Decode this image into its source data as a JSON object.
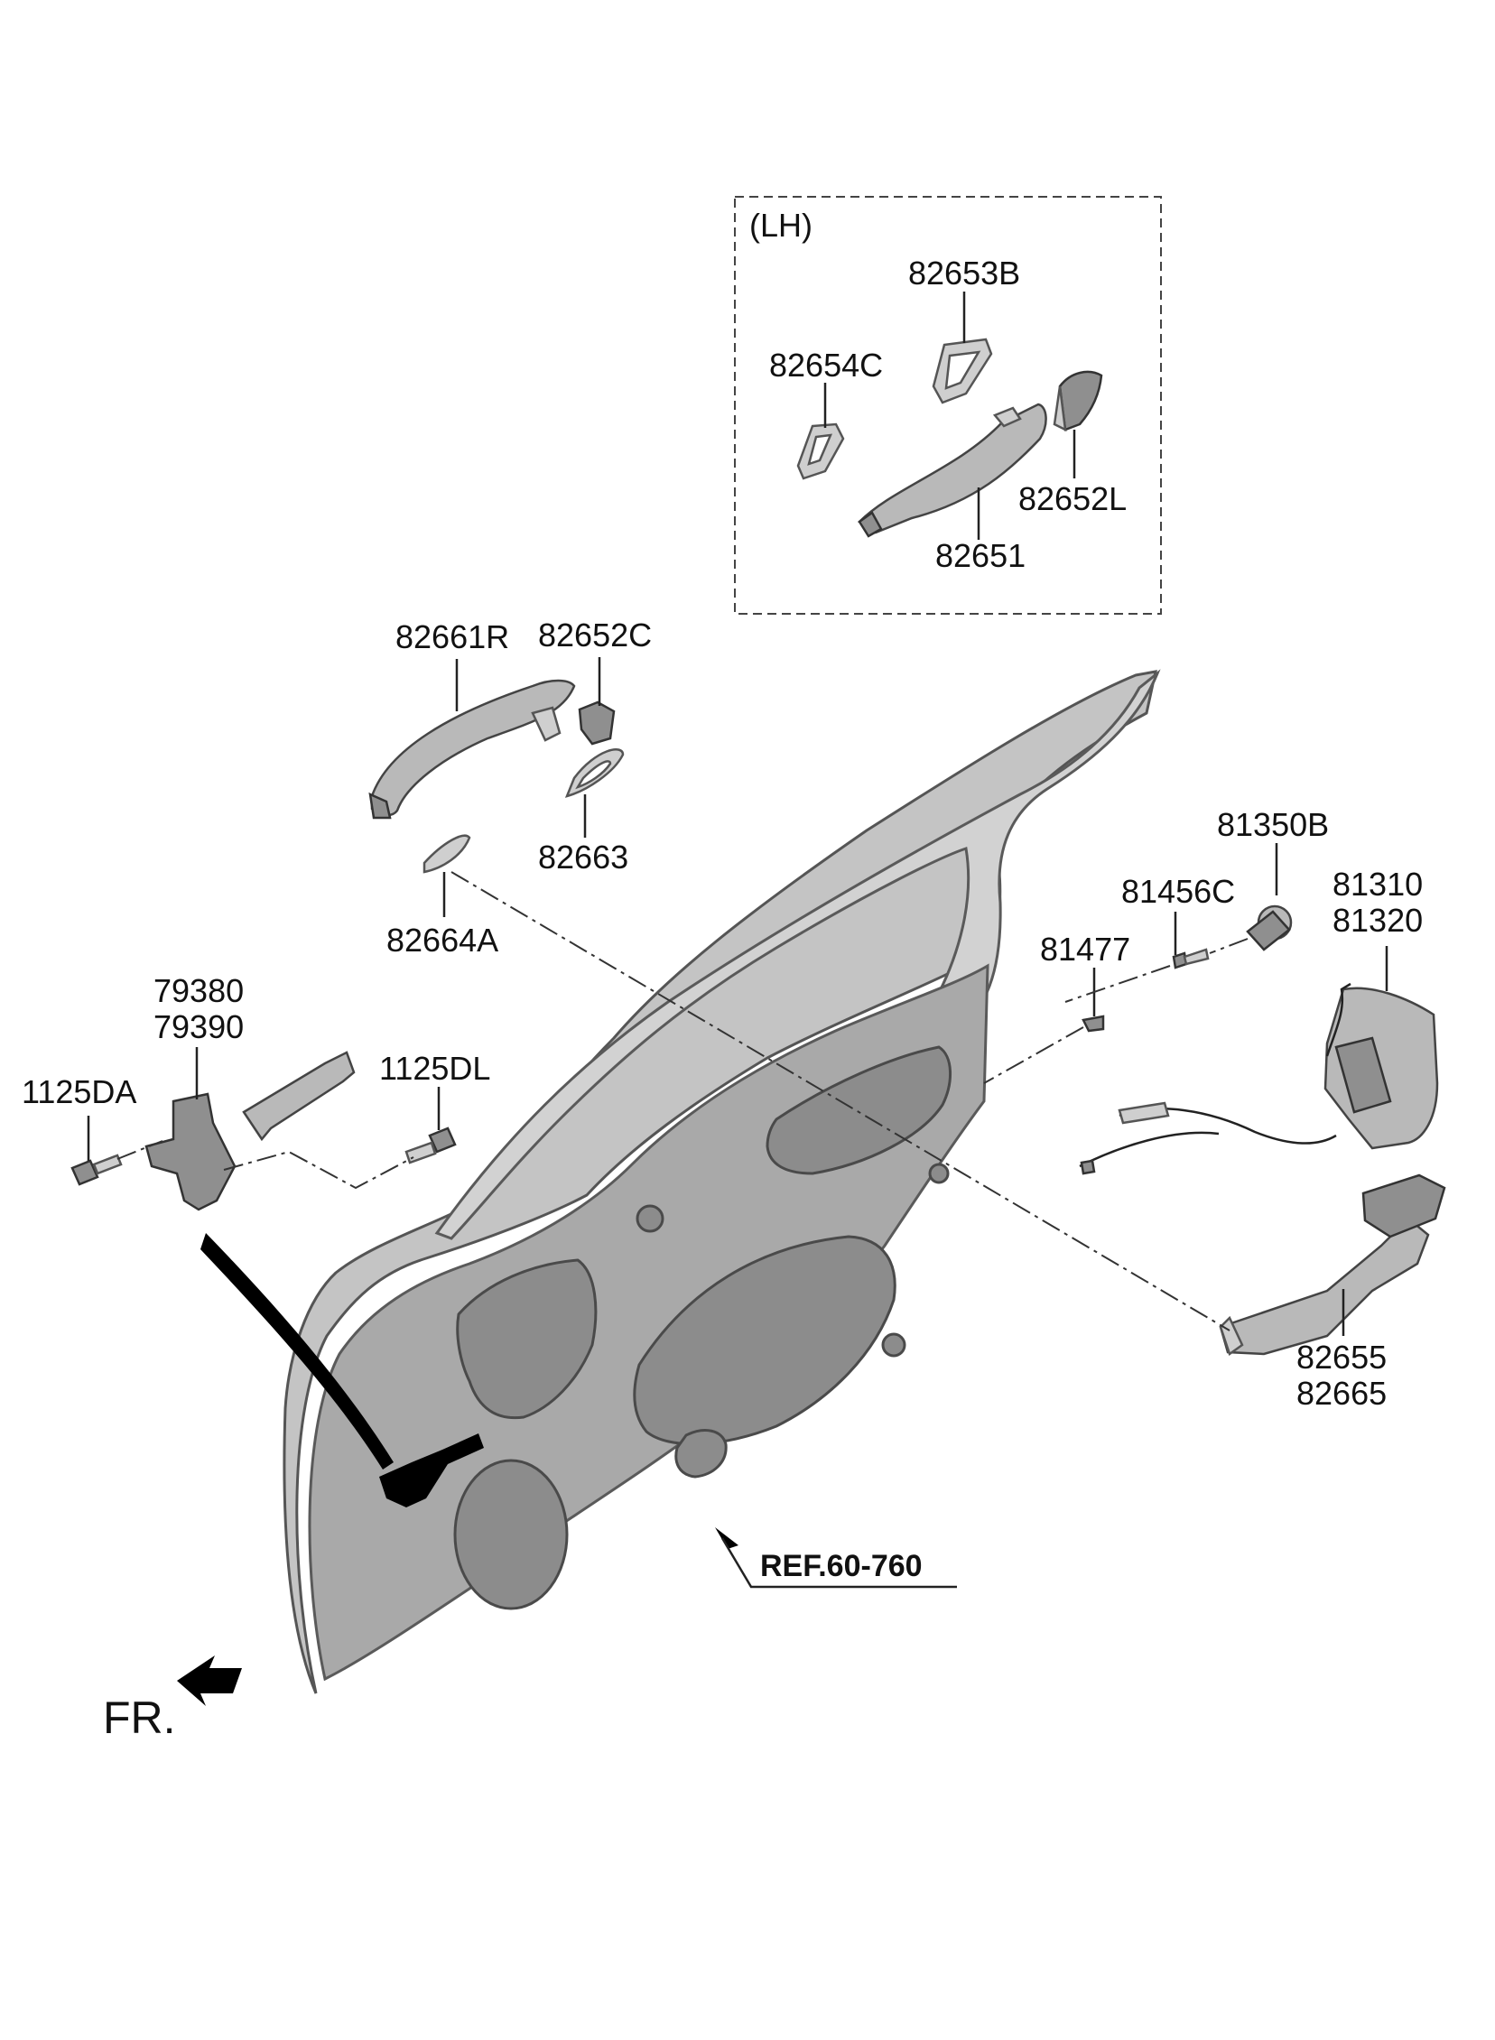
{
  "lh_group": {
    "title": "(LH)"
  },
  "labels": {
    "p82653B": "82653B",
    "p82654C": "82654C",
    "p82652L": "82652L",
    "p82651": "82651",
    "p82661R": "82661R",
    "p82652C": "82652C",
    "p82663": "82663",
    "p82664A": "82664A",
    "p81350B": "81350B",
    "p81456C": "81456C",
    "p81310": "81310",
    "p81320": "81320",
    "p81477": "81477",
    "p79380": "79380",
    "p79390": "79390",
    "p1125DA": "1125DA",
    "p1125DL": "1125DL",
    "p82655": "82655",
    "p82665": "82665"
  },
  "reference": {
    "text": "REF.60-760"
  },
  "direction": {
    "text": "FR."
  }
}
